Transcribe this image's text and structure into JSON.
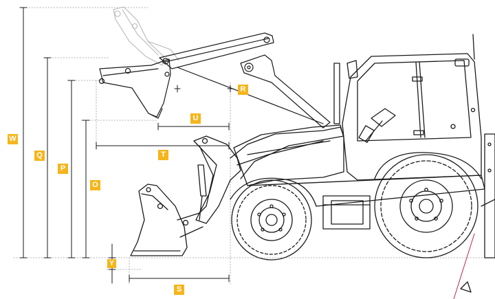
{
  "diagram": {
    "accent_color": "#f5b51b",
    "line_color": "#1a1a1a",
    "ghost_color": "#b8b8b8",
    "dimension_labels": {
      "W": "W",
      "Q": "Q",
      "P": "P",
      "O": "O",
      "R": "R",
      "U": "U",
      "T": "T",
      "S": "S",
      "Y": "Y"
    }
  }
}
